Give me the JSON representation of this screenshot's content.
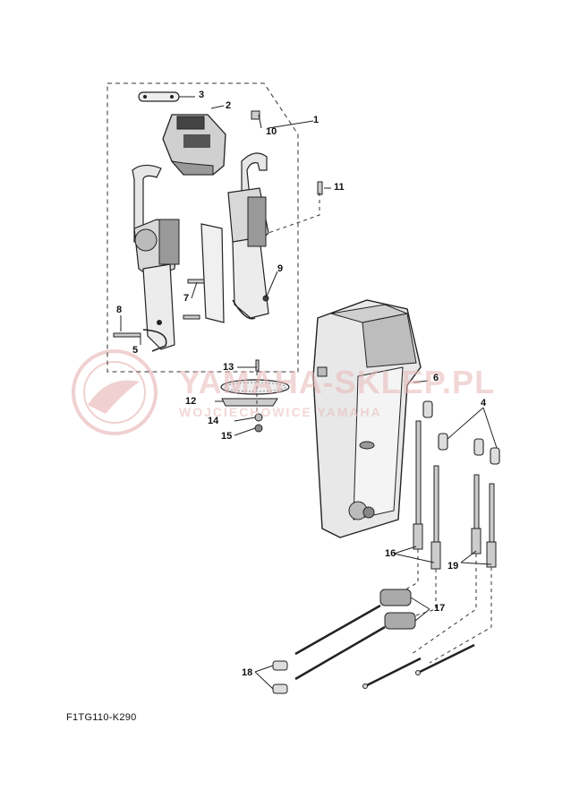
{
  "watermark": {
    "brand": "YAMAHA-SKLEP.PL",
    "tagline": "WOJCIECHOWICE YAMAHA",
    "color": "#e3a3a3"
  },
  "diagram": {
    "catalog_code": "F1TG110-K290",
    "callouts": [
      "1",
      "2",
      "3",
      "4",
      "5",
      "6",
      "7",
      "8",
      "9",
      "10",
      "11",
      "12",
      "13",
      "14",
      "15",
      "16",
      "17",
      "18",
      "19"
    ]
  }
}
